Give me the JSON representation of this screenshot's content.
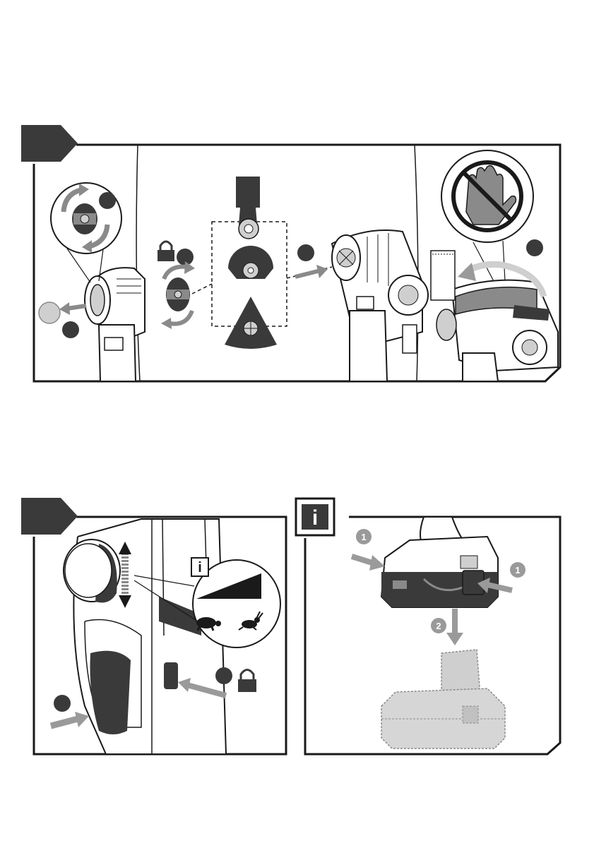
{
  "palette": {
    "ink": "#1a1a1a",
    "dark_fill": "#3a3a3a",
    "mid_gray": "#8a8a8a",
    "light_gray": "#cfcfcf",
    "arrow_gray": "#9a9a9a",
    "paper": "#ffffff"
  },
  "step_badges": {
    "num_1": "1",
    "num_2": "2"
  },
  "info_icon": "i",
  "icons": [
    "padlock-icon",
    "no-hand-icon",
    "turtle-icon",
    "rabbit-icon",
    "info-icon",
    "rotate-arrows-icon"
  ]
}
